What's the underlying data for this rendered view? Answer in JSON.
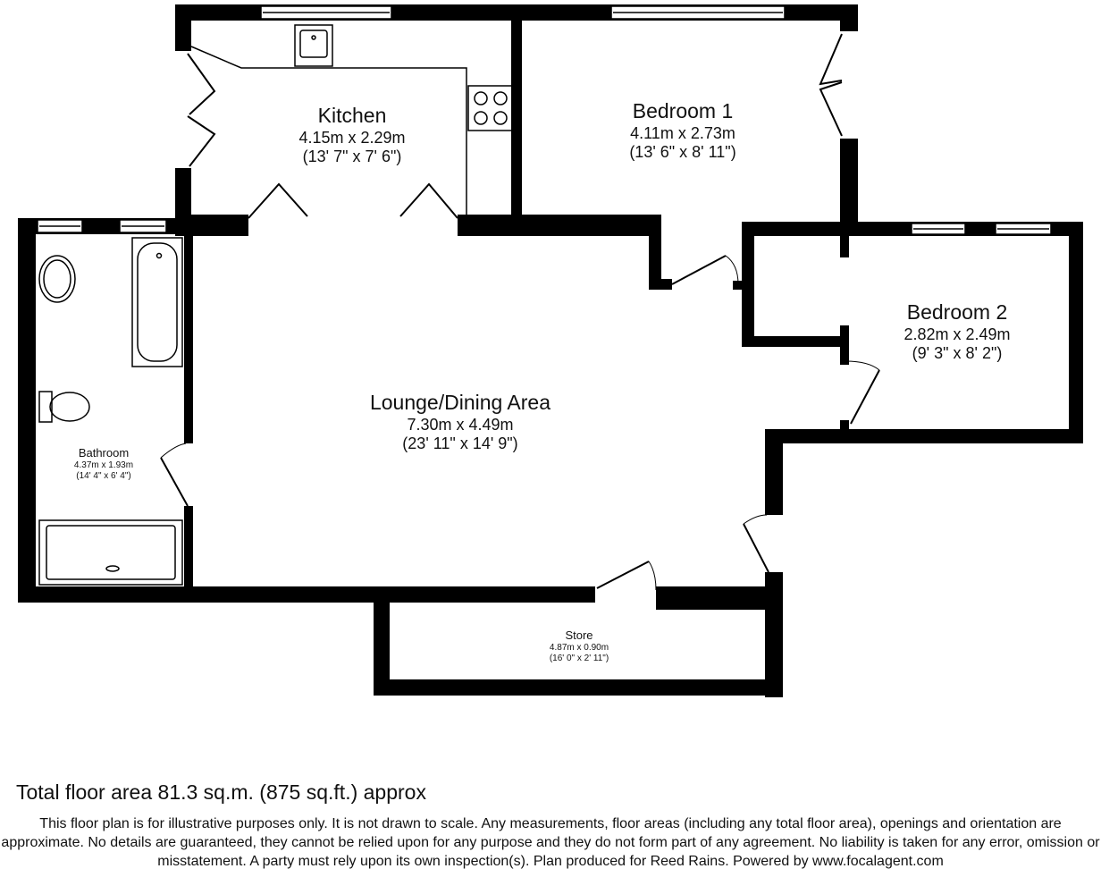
{
  "rooms": {
    "kitchen": {
      "name": "Kitchen",
      "metric": "4.15m x 2.29m",
      "imperial": "(13' 7\" x 7' 6\")"
    },
    "bedroom1": {
      "name": "Bedroom 1",
      "metric": "4.11m x 2.73m",
      "imperial": "(13' 6\" x 8' 11\")"
    },
    "bedroom2": {
      "name": "Bedroom 2",
      "metric": "2.82m x 2.49m",
      "imperial": "(9' 3\" x 8' 2\")"
    },
    "lounge": {
      "name": "Lounge/Dining Area",
      "metric": "7.30m x 4.49m",
      "imperial": "(23' 11\" x 14' 9\")"
    },
    "bathroom": {
      "name": "Bathroom",
      "metric": "4.37m x 1.93m",
      "imperial": "(14' 4\" x 6' 4\")"
    },
    "store": {
      "name": "Store",
      "metric": "4.87m x 0.90m",
      "imperial": "(16' 0\" x 2' 11\")"
    }
  },
  "footer": {
    "total_area": "Total floor area 81.3 sq.m. (875 sq.ft.) approx",
    "disclaimer": "This floor plan is for illustrative purposes only. It is not drawn to scale. Any measurements, floor areas (including any total floor area), openings and orientation are approximate. No details are guaranteed, they cannot be relied upon for any purpose and they do not form part of any agreement. No liability is taken for any error, omission or misstatement. A party must rely upon its own inspection(s). Plan produced for Reed Rains. Powered by www.focalagent.com"
  },
  "colors": {
    "wall": "#000000",
    "fixture": "#000000",
    "background": "#ffffff"
  }
}
